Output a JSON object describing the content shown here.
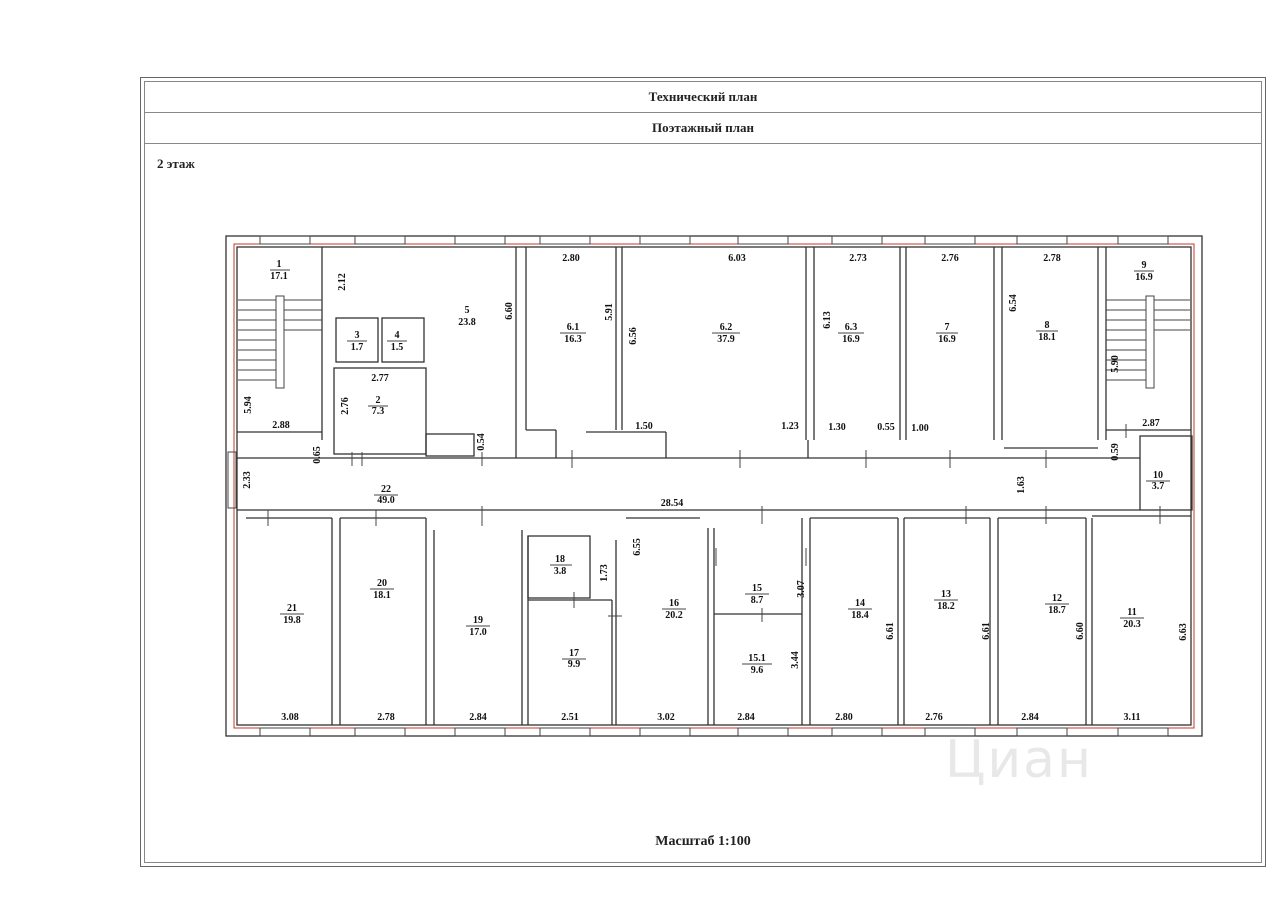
{
  "header": {
    "title": "Технический план",
    "subtitle": "Поэтажный план"
  },
  "floor_label": "2 этаж",
  "scale_label": "Масштаб 1:100",
  "watermark": "Циан",
  "rooms": [
    {
      "id": "1",
      "num": "1",
      "area": "17.1"
    },
    {
      "id": "2",
      "num": "2",
      "area": "7.3"
    },
    {
      "id": "3",
      "num": "3",
      "area": "1.7"
    },
    {
      "id": "4",
      "num": "4",
      "area": "1.5"
    },
    {
      "id": "5",
      "num": "5",
      "area": "23.8"
    },
    {
      "id": "6-1",
      "num": "6.1",
      "area": "16.3"
    },
    {
      "id": "6-2",
      "num": "6.2",
      "area": "37.9"
    },
    {
      "id": "6-3",
      "num": "6.3",
      "area": "16.9"
    },
    {
      "id": "7",
      "num": "7",
      "area": "16.9"
    },
    {
      "id": "8",
      "num": "8",
      "area": "18.1"
    },
    {
      "id": "9",
      "num": "9",
      "area": "16.9"
    },
    {
      "id": "10",
      "num": "10",
      "area": "3.7"
    },
    {
      "id": "22",
      "num": "22",
      "area": "49.0"
    },
    {
      "id": "21",
      "num": "21",
      "area": "19.8"
    },
    {
      "id": "20",
      "num": "20",
      "area": "18.1"
    },
    {
      "id": "19",
      "num": "19",
      "area": "17.0"
    },
    {
      "id": "18",
      "num": "18",
      "area": "3.8"
    },
    {
      "id": "17",
      "num": "17",
      "area": "9.9"
    },
    {
      "id": "16",
      "num": "16",
      "area": "20.2"
    },
    {
      "id": "15",
      "num": "15",
      "area": "8.7"
    },
    {
      "id": "15-1",
      "num": "15.1",
      "area": "9.6"
    },
    {
      "id": "14",
      "num": "14",
      "area": "18.4"
    },
    {
      "id": "13",
      "num": "13",
      "area": "18.2"
    },
    {
      "id": "12",
      "num": "12",
      "area": "18.7"
    },
    {
      "id": "11",
      "num": "11",
      "area": "20.3"
    }
  ],
  "dimensions": [
    "2.80",
    "6.03",
    "2.73",
    "2.76",
    "2.78",
    "2.12",
    "6.60",
    "5.91",
    "6.56",
    "6.13",
    "6.54",
    "2.77",
    "2.76",
    "5.94",
    "2.88",
    "0.65",
    "0.54",
    "1.50",
    "1.23",
    "1.30",
    "0.55",
    "1.00",
    "5.90",
    "2.87",
    "0.59",
    "1.63",
    "2.33",
    "28.54",
    "6.55",
    "1.73",
    "3.07",
    "3.44",
    "6.61",
    "6.61",
    "6.60",
    "6.63",
    "3.08",
    "2.78",
    "2.84",
    "2.51",
    "3.02",
    "2.84",
    "2.80",
    "2.76",
    "2.84",
    "3.11"
  ]
}
